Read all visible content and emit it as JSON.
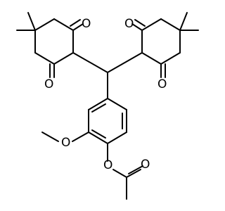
{
  "diagram": {
    "type": "skeletal-structure",
    "atom_labels": {
      "left_ring_top_oxygen": "O",
      "left_ring_bottom_oxygen": "O",
      "right_ring_top_oxygen": "O",
      "right_ring_bottom_oxygen": "O",
      "methoxy_oxygen": "O",
      "ester_ether_oxygen": "O",
      "carbonyl_oxygen": "O"
    },
    "colors": {
      "bond": "#000000",
      "label": "#000000",
      "background": "#ffffff"
    }
  }
}
